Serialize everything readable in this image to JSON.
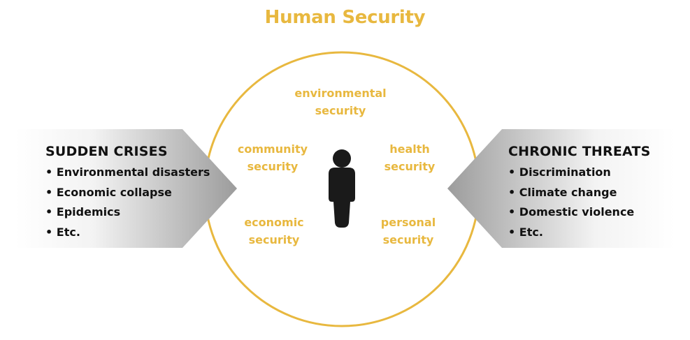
{
  "title": "Human Security",
  "dimensions": [
    {
      "line1": "environmental",
      "line2": "security"
    },
    {
      "line1": "community",
      "line2": "security"
    },
    {
      "line1": "health",
      "line2": "security"
    },
    {
      "line1": "economic",
      "line2": "security"
    },
    {
      "line1": "personal",
      "line2": "security"
    }
  ],
  "left_panel": {
    "heading": "SUDDEN CRISES",
    "items": [
      "Environmental disasters",
      "Economic collapse",
      "Epidemics",
      "Etc."
    ]
  },
  "right_panel": {
    "heading": "CHRONIC THREATS",
    "items": [
      "Discrimination",
      "Climate change",
      "Domestic violence",
      "Etc."
    ]
  },
  "colors": {
    "accent": "#E8B83F",
    "figure": "#1a1a1a",
    "text": "#111111",
    "panel_gray": "#9e9e9e"
  },
  "icons": [
    "person-icon"
  ]
}
